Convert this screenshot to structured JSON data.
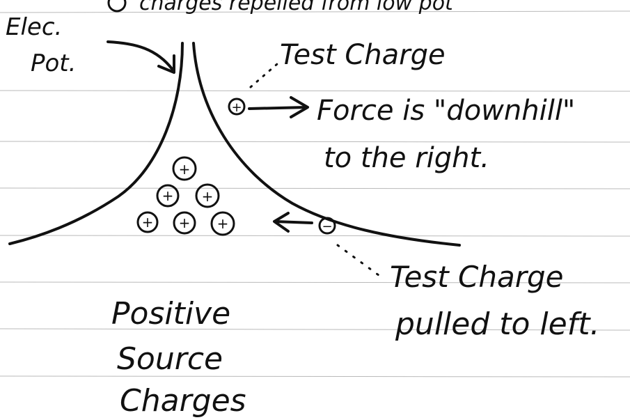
{
  "diagram": {
    "header_fragment": "charges repelled from low pot",
    "axis_label_line1": "Elec.",
    "axis_label_line2": "Pot.",
    "test_charge_top_label": "Test Charge",
    "force_label_line1": "Force is \"downhill\"",
    "force_label_line2": "to the right.",
    "test_charge_bottom_label_line1": "Test Charge",
    "test_charge_bottom_label_line2": "pulled to left.",
    "source_label_line1": "Positive",
    "source_label_line2": "Source",
    "source_label_line3": "Charges",
    "positive_symbol": "+",
    "negative_symbol": "−",
    "ink_color": "#111111",
    "paper_color": "#ffffff",
    "rule_color": "#b9b9b9"
  }
}
